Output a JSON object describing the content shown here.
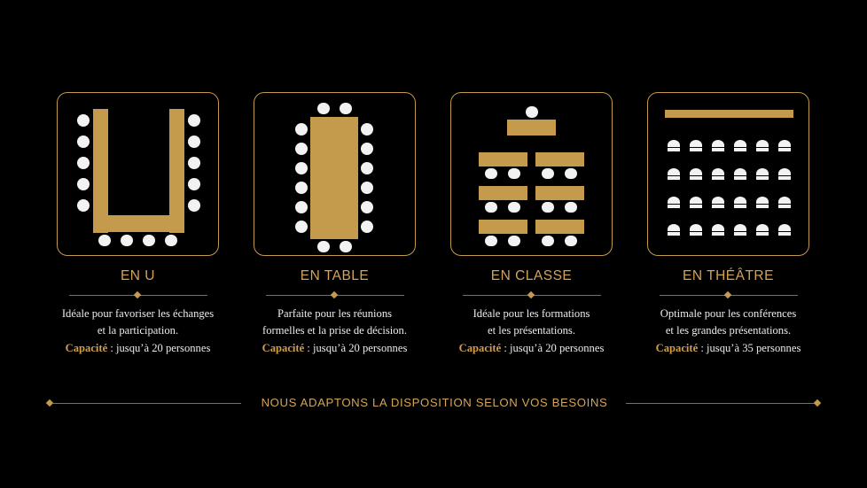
{
  "colors": {
    "background": "#000000",
    "gold": "#c49a4c",
    "gold_text": "#d3a458",
    "text": "#ececec",
    "chair": "#f2f2f2"
  },
  "layouts": [
    {
      "icon": "u-shape-layout-icon",
      "title": "EN U",
      "desc_line1": "Idéale pour favoriser les échanges",
      "desc_line2": "et la participation.",
      "capacity_label": "Capacité",
      "capacity_value": " : jusqu’à 20 personnes"
    },
    {
      "icon": "boardroom-table-layout-icon",
      "title": "EN TABLE",
      "desc_line1": "Parfaite pour les réunions",
      "desc_line2": "formelles et la prise de décision.",
      "capacity_label": "Capacité",
      "capacity_value": " : jusqu’à 20 personnes"
    },
    {
      "icon": "classroom-layout-icon",
      "title": "EN CLASSE",
      "desc_line1": "Idéale pour les formations",
      "desc_line2": "et les présentations.",
      "capacity_label": "Capacité",
      "capacity_value": " : jusqu’à 20 personnes"
    },
    {
      "icon": "theatre-layout-icon",
      "title": "EN THÉÂTRE",
      "desc_line1": "Optimale pour les conférences",
      "desc_line2": "et les grandes présentations.",
      "capacity_label": "Capacité",
      "capacity_value": " : jusqu’à 35 personnes"
    }
  ],
  "footer": {
    "text": "NOUS ADAPTONS LA DISPOSITION SELON VOS BESOINS"
  }
}
